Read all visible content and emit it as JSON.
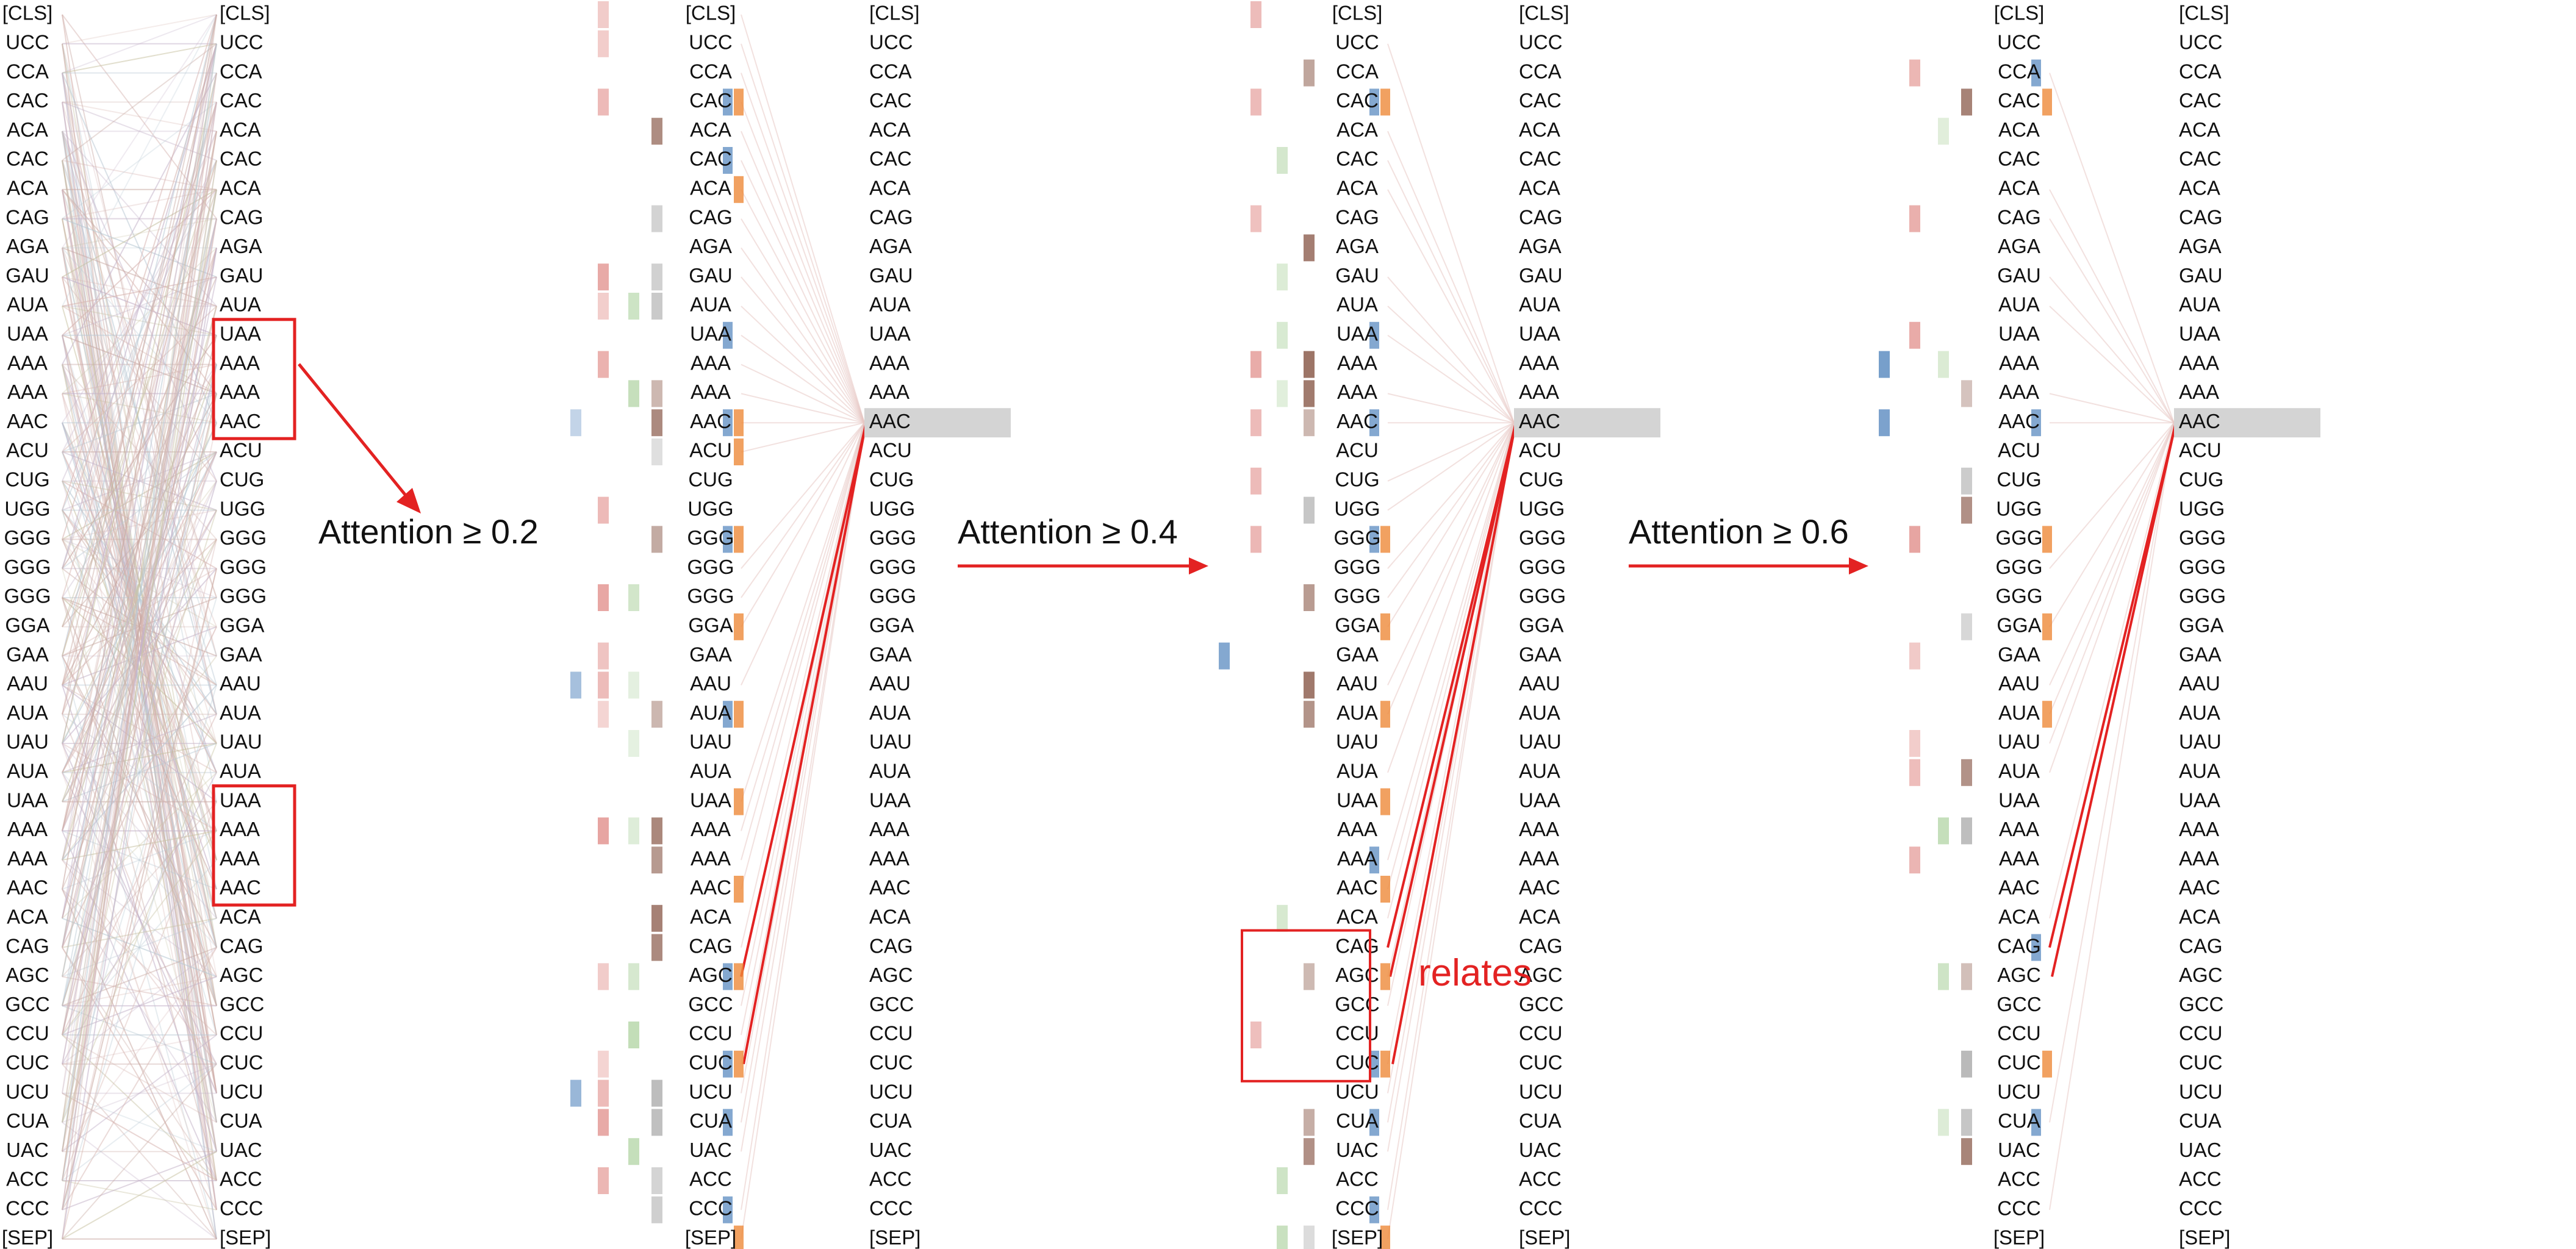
{
  "tokens": [
    "[CLS]",
    "UCC",
    "CCA",
    "CAC",
    "ACA",
    "CAC",
    "ACA",
    "CAG",
    "AGA",
    "GAU",
    "AUA",
    "UAA",
    "AAA",
    "AAA",
    "AAC",
    "ACU",
    "CUG",
    "UGG",
    "GGG",
    "GGG",
    "GGG",
    "GGA",
    "GAA",
    "AAU",
    "AUA",
    "UAU",
    "AUA",
    "UAA",
    "AAA",
    "AAA",
    "AAC",
    "ACA",
    "CAG",
    "AGC",
    "GCC",
    "CCU",
    "CUC",
    "UCU",
    "CUA",
    "UAC",
    "ACC",
    "CCC",
    "[SEP]"
  ],
  "panel1": {
    "highlight_boxes": [
      {
        "from_token": 11,
        "to_token": 14
      },
      {
        "from_token": 27,
        "to_token": 30
      }
    ]
  },
  "focus_token_index": 14,
  "panels": [
    {
      "caption": "Attention ≥ 0.2",
      "threshold": 0.2,
      "strong_links_from": [
        33,
        36
      ],
      "heads_blue": [
        3,
        5,
        11,
        14,
        18,
        24,
        33,
        36,
        38,
        41
      ],
      "heads_orange": [
        3,
        6,
        14,
        15,
        18,
        21,
        24,
        27,
        30,
        33,
        36,
        42
      ]
    },
    {
      "caption": "Attention ≥ 0.4",
      "threshold": 0.4,
      "relates_label": "relates",
      "relates_box": {
        "from_token": 32,
        "to_token": 36
      },
      "strong_links_from": [
        32,
        33,
        36
      ],
      "heads_blue": [
        3,
        11,
        14,
        18,
        29,
        36,
        38,
        41
      ],
      "heads_orange": [
        3,
        18,
        21,
        24,
        27,
        30,
        33,
        36,
        42
      ]
    },
    {
      "caption": "Attention ≥ 0.6",
      "threshold": 0.6,
      "strong_links_from": [
        32,
        33
      ],
      "heads_blue": [
        2,
        14,
        32,
        38
      ],
      "heads_orange": [
        3,
        18,
        21,
        24,
        36
      ]
    }
  ],
  "colors": {
    "link_red": "#e32222",
    "link_faint": "#e8c9c4",
    "head_blue": "#5b8bc0",
    "head_orange": "#ee8a3a",
    "head_brown": "#8a5a4a",
    "head_pink": "#e08a86",
    "head_green": "#b5d6a8",
    "head_gray": "#a7a7a7",
    "focus_bar": "#d4d4d4",
    "box_red": "#e32222"
  }
}
